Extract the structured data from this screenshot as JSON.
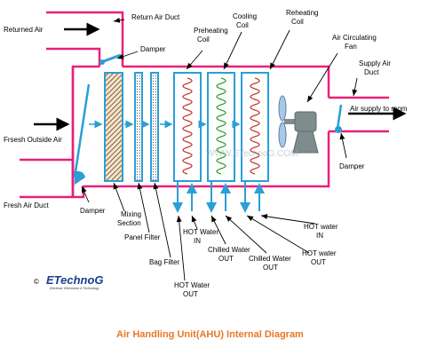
{
  "diagram": {
    "title": "Air Handling Unit(AHU) Internal Diagram",
    "watermark": "WWW.ETechnoG.COM",
    "brand": {
      "name": "ETechnoG",
      "tagline": "Electrical, Electronics & Technology",
      "copyright": "©"
    },
    "labels": {
      "return_air_duct": "Return Air Duct",
      "returned_air": "Returned Air",
      "damper_top": "Damper",
      "preheating_coil": [
        "Preheating",
        "Coil"
      ],
      "cooling_coil": [
        "Cooling",
        "Coil"
      ],
      "reheating_coil": [
        "Reheating",
        "Coil"
      ],
      "air_circulating_fan": [
        "Air Circulating",
        "Fan"
      ],
      "supply_air_duct": [
        "Supply Air",
        "Duct"
      ],
      "fresh_outside_air": "Frsesh Outside Air",
      "air_supply_to_room": "Air supply to room",
      "fresh_air_duct": "Fresh Air Duct",
      "damper_left": "Damper",
      "damper_right": "Damper",
      "mixing_section": [
        "Mixing",
        "Section"
      ],
      "panel_filter": "Panel Filter",
      "bag_filter": "Bag Filter",
      "hot_water_out_1": [
        "HOT Water",
        "OUT"
      ],
      "hot_water_in_1": [
        "HOT Water",
        "IN"
      ],
      "chilled_water_out_1": [
        "Chilled Water",
        "OUT"
      ],
      "chilled_water_out_2": [
        "Chilled Water",
        "OUT"
      ],
      "hot_water_out_2": [
        "HOT water",
        "OUT"
      ],
      "hot_water_in_2": [
        "HOT water",
        "IN"
      ]
    },
    "colors": {
      "housing": "#e8207a",
      "coil_frame": "#2a9fd6",
      "preheat_coil": "#c0392b",
      "cooling_coil": "#2e9e2e",
      "reheat_coil": "#c0392b",
      "mixing_fill": "#8b5a2b",
      "fan_motor": "#7f8c8d",
      "damper": "#2a9fd6",
      "caption": "#e87722"
    }
  }
}
